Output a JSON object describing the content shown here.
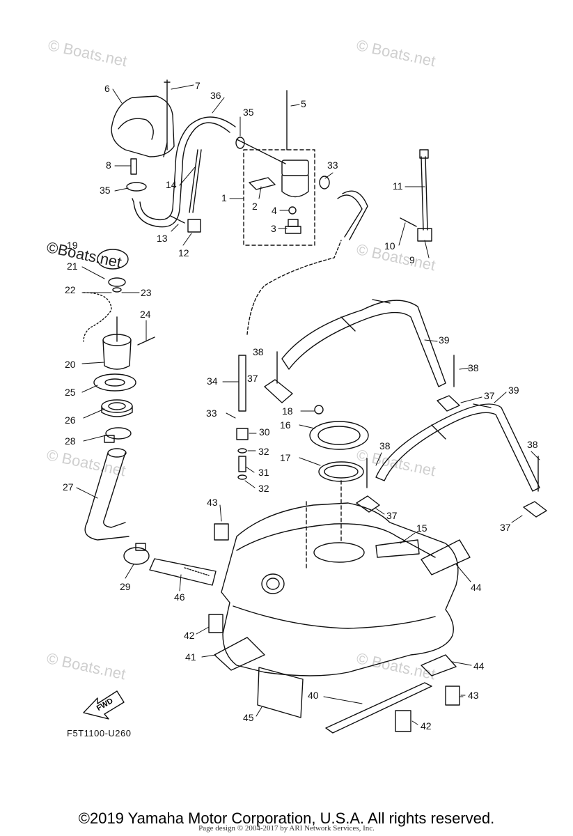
{
  "watermarks": {
    "faint": "© Boats.net",
    "strong": "©Boats.net"
  },
  "callouts": {
    "c1": "1",
    "c2": "2",
    "c3": "3",
    "c4": "4",
    "c5": "5",
    "c6": "6",
    "c7": "7",
    "c8": "8",
    "c9": "9",
    "c10": "10",
    "c11": "11",
    "c12": "12",
    "c13": "13",
    "c14": "14",
    "c15": "15",
    "c16": "16",
    "c17": "17",
    "c18": "18",
    "c19": "19",
    "c20": "20",
    "c21": "21",
    "c22": "22",
    "c23": "23",
    "c24": "24",
    "c25": "25",
    "c26": "26",
    "c27": "27",
    "c28": "28",
    "c29": "29",
    "c30": "30",
    "c31": "31",
    "c32": "32",
    "c33": "33",
    "c34": "34",
    "c35": "35",
    "c36": "36",
    "c37": "37",
    "c38": "38",
    "c39": "39",
    "c40": "40",
    "c41": "41",
    "c42": "42",
    "c43": "43",
    "c44": "44",
    "c45": "45",
    "c46": "46"
  },
  "fwd_label": "FWD",
  "diagram_code": "F5T1100-U260",
  "copyright": "©2019 Yamaha Motor Corporation, U.S.A. All rights reserved.",
  "page_design": "Page design © 2004-2017 by ARI Network Services, Inc.",
  "colors": {
    "line": "#111111",
    "watermark": "#cfcfcf"
  }
}
